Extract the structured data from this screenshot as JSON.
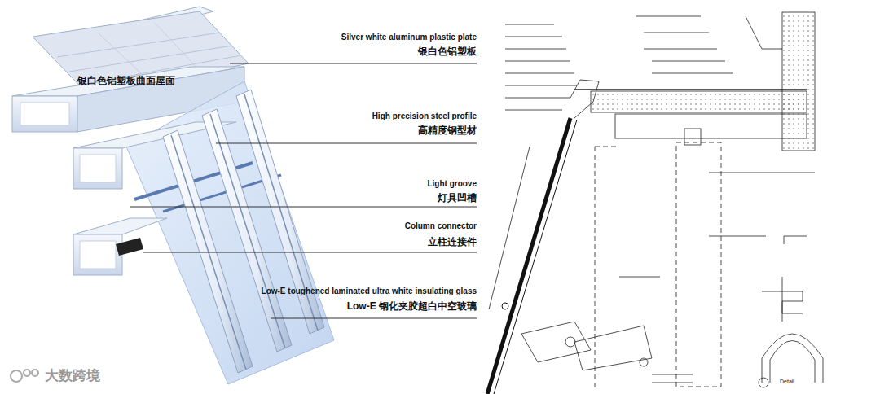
{
  "diagram": {
    "labels": [
      "银白色铝塑板曲面屋面",
      "Silver white aluminum plastic plate",
      "银白色铝塑板",
      "High precision steel profile",
      "高精度钢型材",
      "Light groove",
      "灯具凹槽",
      "Column connector",
      "立柱连接件",
      "Low-E toughened laminated ultra white insulating glass",
      "Low-E 钢化夹胶超白中空玻璃",
      "大数跨境",
      "Detail"
    ]
  }
}
